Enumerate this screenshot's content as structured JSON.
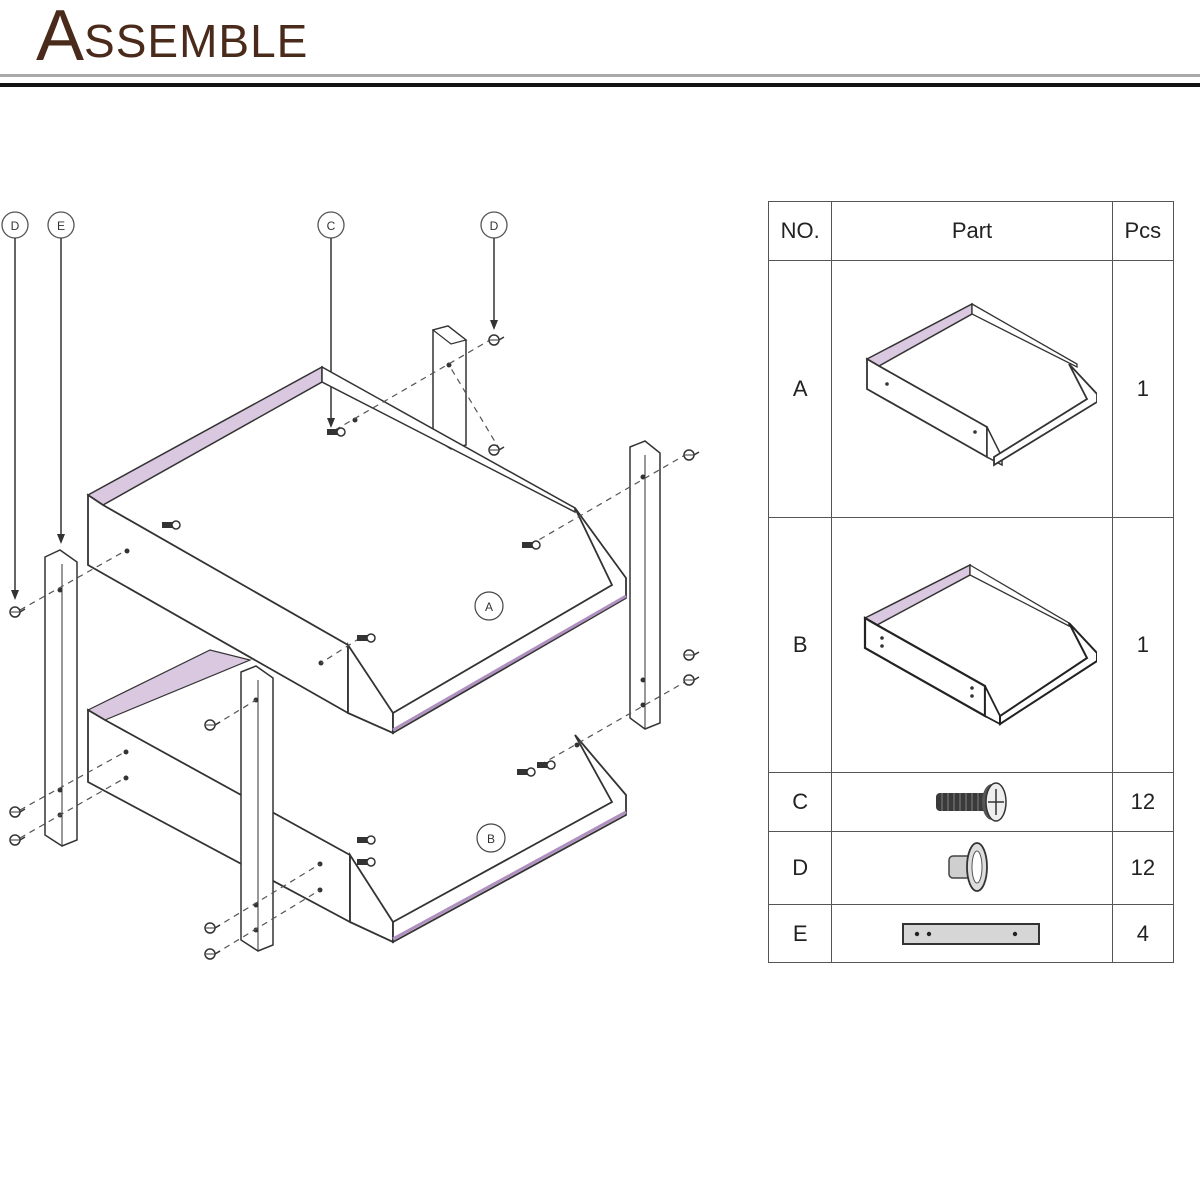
{
  "header": {
    "title_cap": "A",
    "title_rest": "SSEMBLE"
  },
  "callouts": {
    "c1": "D",
    "c2": "E",
    "c3": "C",
    "c4": "D",
    "partA": "A",
    "partB": "B"
  },
  "table": {
    "headers": {
      "no": "NO.",
      "part": "Part",
      "pcs": "Pcs"
    },
    "rows": [
      {
        "no": "A",
        "pcs": "1",
        "icon": "tray-a-icon"
      },
      {
        "no": "B",
        "pcs": "1",
        "icon": "tray-b-icon"
      },
      {
        "no": "C",
        "pcs": "12",
        "icon": "screw-icon"
      },
      {
        "no": "D",
        "pcs": "12",
        "icon": "barrel-nut-icon"
      },
      {
        "no": "E",
        "pcs": "4",
        "icon": "connector-bar-icon"
      }
    ]
  },
  "colors": {
    "title": "#4a2a1a",
    "accent": "#d9c8df",
    "line": "#333333"
  }
}
